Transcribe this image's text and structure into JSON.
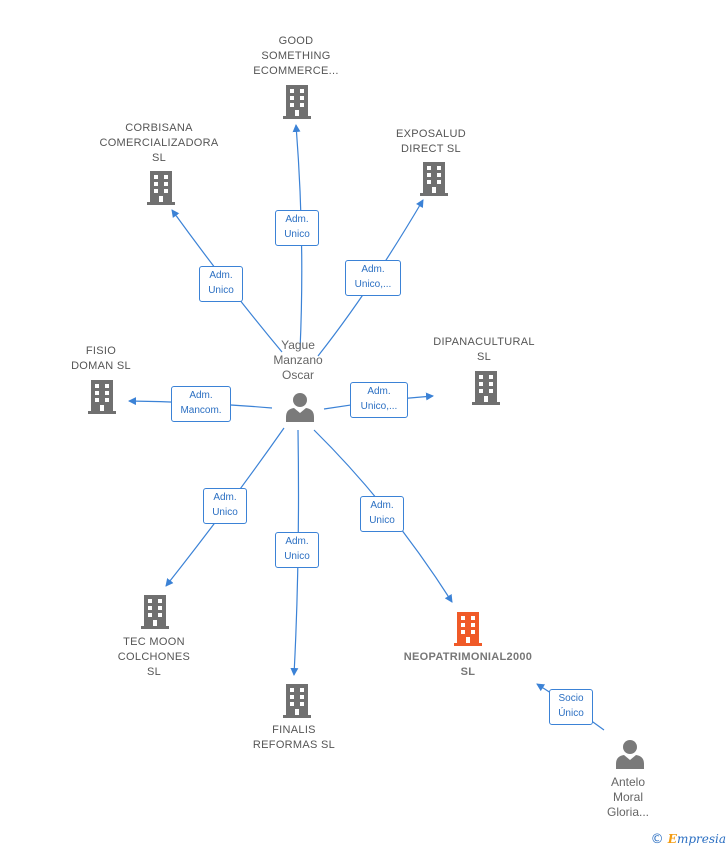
{
  "colors": {
    "edge": "#3b82d6",
    "building": "#707070",
    "building_focus": "#f05a28",
    "person": "#7a7a7a"
  },
  "nodes": {
    "good_something": {
      "label": "GOOD\nSOMETHING\nECOMMERCE...",
      "icon": "building-icon"
    },
    "corbisana": {
      "label": "CORBISANA\nCOMERCIALIZADORA\nSL",
      "icon": "building-icon"
    },
    "exposalud": {
      "label": "EXPOSALUD\nDIRECT SL",
      "icon": "building-icon"
    },
    "fisio_doman": {
      "label": "FISIO\nDOMAN SL",
      "icon": "building-icon"
    },
    "dipanacultural": {
      "label": "DIPANACULTURAL\nSL",
      "icon": "building-icon"
    },
    "yague": {
      "label": "Yague\nManzano\nOscar",
      "icon": "person-icon"
    },
    "tec_moon": {
      "label": "TEC MOON\nCOLCHONES\nSL",
      "icon": "building-icon"
    },
    "finalis": {
      "label": "FINALIS\nREFORMAS  SL",
      "icon": "building-icon"
    },
    "neopatrimonial": {
      "label": "NEOPATRIMONIAL2000\nSL",
      "icon": "building-icon"
    },
    "antelo": {
      "label": "Antelo\nMoral\nGloria...",
      "icon": "person-icon"
    }
  },
  "edges": {
    "to_good_something": "Adm.\nUnico",
    "to_corbisana": "Adm.\nUnico",
    "to_exposalud": "Adm.\nUnico,...",
    "to_fisio_doman": "Adm.\nMancom.",
    "to_dipanacultural": "Adm.\nUnico,...",
    "to_tec_moon": "Adm.\nUnico",
    "to_finalis": "Adm.\nUnico",
    "to_neopatrimonial": "Adm.\nUnico",
    "antelo_to_neopatrimonial": "Socio\nÚnico"
  },
  "watermark": {
    "symbol": "©",
    "brand_initial": "E",
    "brand_rest": "mpresia"
  }
}
